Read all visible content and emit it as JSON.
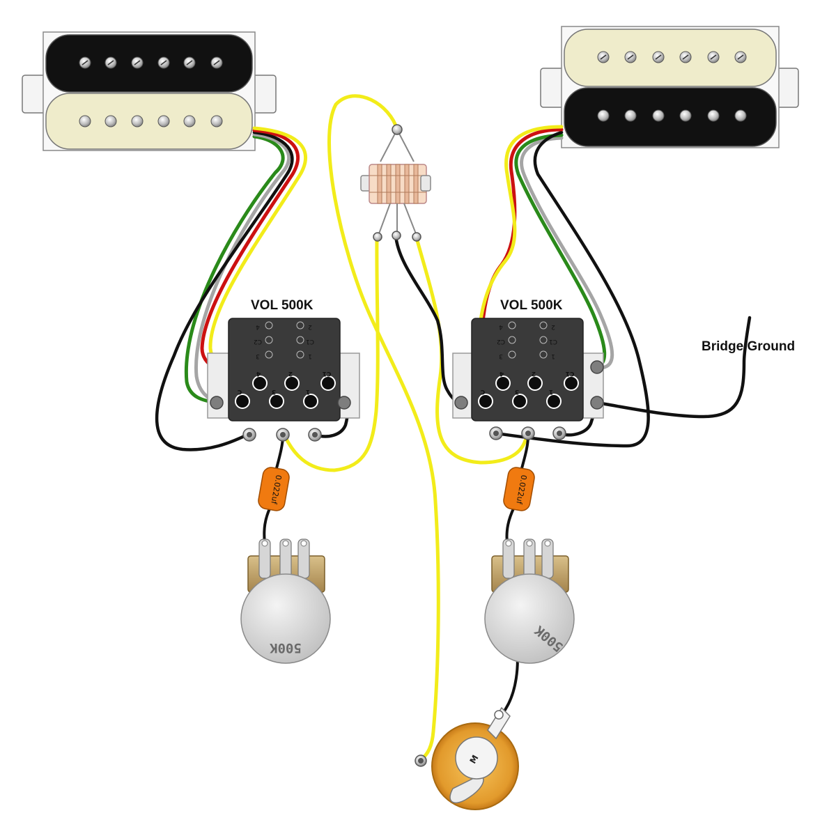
{
  "labels": {
    "left_volume": "VOL 500K",
    "right_volume": "VOL 500K",
    "bridge_ground": "Bridge/Ground"
  },
  "switch_labels": {
    "upper": [
      "2",
      "4",
      "C2",
      "C1",
      "3",
      "1"
    ],
    "lower": [
      "4",
      "2",
      "C1",
      "3",
      "1",
      "C"
    ]
  },
  "capacitor_label": "0.022uf",
  "pot_label": "500K",
  "jack_mark": "M",
  "colors": {
    "wire_yellow": "#f2ec1a",
    "wire_red": "#cc1111",
    "wire_green": "#2a8a1a",
    "wire_gray": "#a0a0a0",
    "wire_black": "#111111",
    "capacitor": "#f07a10",
    "bobbin_cream": "#f0ecc8",
    "bobbin_black": "#111111"
  }
}
